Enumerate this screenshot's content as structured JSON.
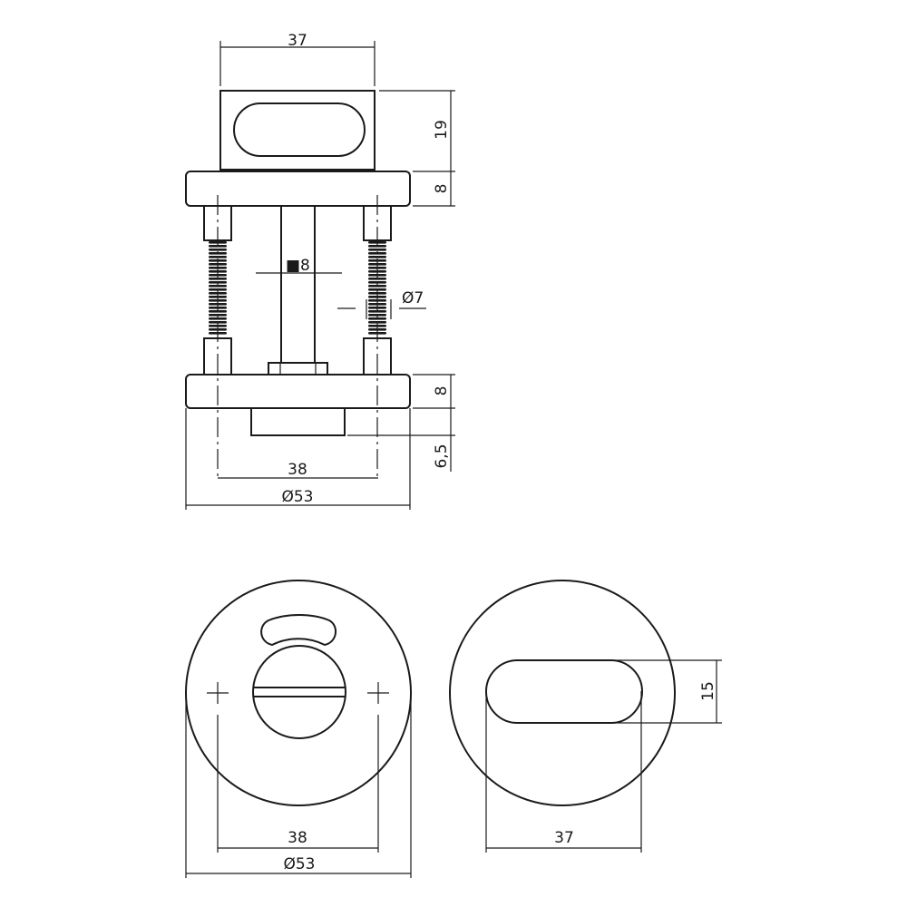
{
  "side_view": {
    "thumbturn_width": "37",
    "thumbturn_height": "19",
    "rose_thickness_top": "8",
    "spindle_square": "■8",
    "screw_diameter": "Ø7",
    "rose_thickness_bottom": "8",
    "boss_height": "6,5",
    "screw_spacing": "38",
    "rose_diameter": "Ø53"
  },
  "front_view_left": {
    "screw_spacing": "38",
    "rose_diameter": "Ø53"
  },
  "front_view_right": {
    "oval_height": "15",
    "oval_width": "37"
  }
}
